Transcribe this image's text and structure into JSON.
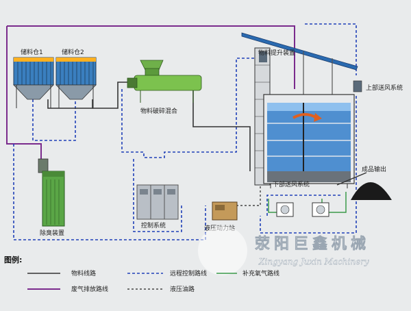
{
  "labels": {
    "silo1": "储料仓1",
    "silo2": "储料仓2",
    "crusher": "物料破碎混合",
    "lift": "物料提升装置",
    "upper_fan": "上部送风系统",
    "lower_fan": "下部送风系统",
    "deodorizer": "除臭装置",
    "control": "控制系统",
    "hydraulic": "液压动力站",
    "product_out": "成品输出"
  },
  "legend": {
    "title": "图例:",
    "material_line": "物料线路",
    "remote_control_line": "远程控制路线",
    "oxygen_line": "补充氧气路线",
    "exhaust_line": "废气排放路线",
    "hydraulic_oil_line": "液压油路"
  },
  "watermark": {
    "cn": "荥阳巨鑫机械",
    "en": "Xingyang Juxin Machinery"
  },
  "colors": {
    "material_line": "#333333",
    "remote_control_line": "#1f3fb8",
    "oxygen_line": "#3a9a4a",
    "exhaust_line": "#7a2a8c",
    "hydraulic_oil_line": "#444444"
  }
}
